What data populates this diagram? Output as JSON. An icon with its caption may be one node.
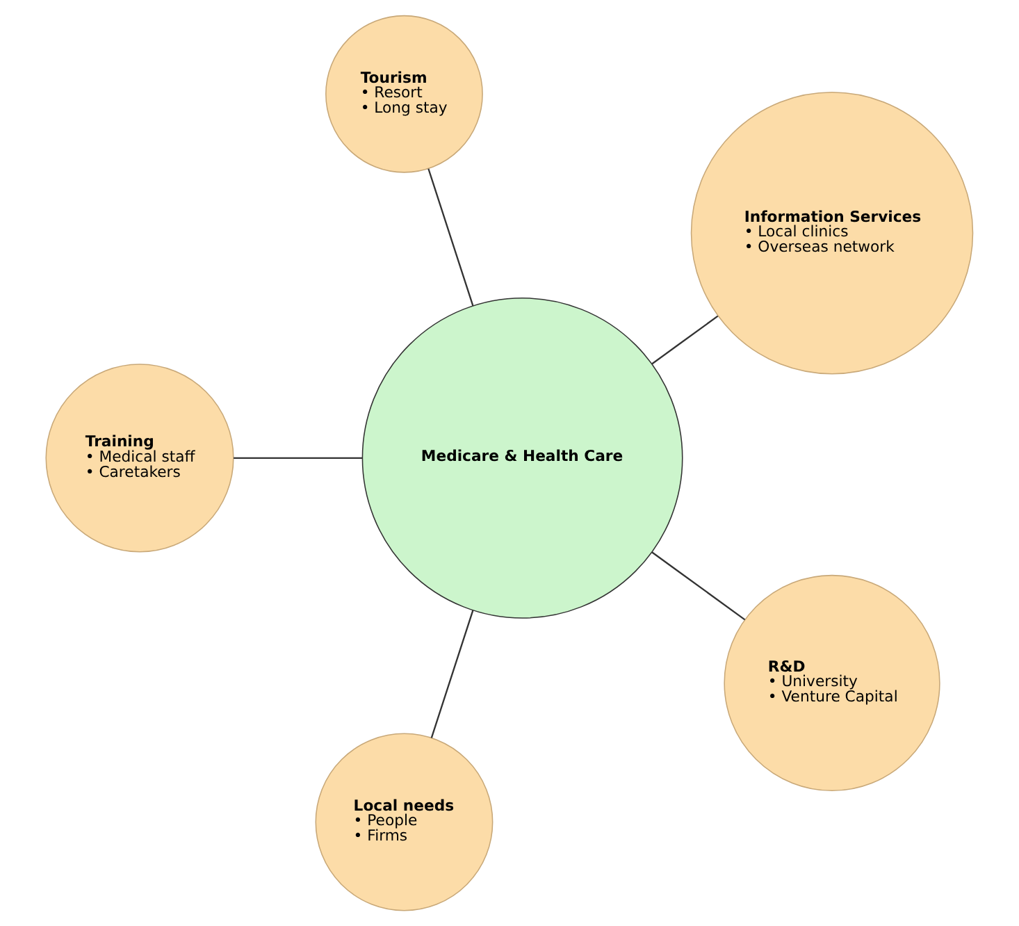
{
  "diagram": {
    "nodes": [
      {
        "text": [
          "Information Services",
          "• Local clinics",
          "• Overseas network"
        ]
      },
      {
        "text": [
          "Tourism",
          "• Resort",
          "• Long stay"
        ]
      },
      {
        "text": [
          "Medicare & Health Care"
        ]
      },
      {
        "text": [
          "Training",
          "• Medical staff",
          "• Caretakers"
        ]
      },
      {
        "text": [
          "Local needs",
          "• People",
          "• Firms"
        ]
      },
      {
        "text": [
          "R&D",
          "• University",
          "• Venture Capital"
        ]
      }
    ],
    "edges": [
      {
        "from": 2,
        "to": 0,
        "arrow": "none"
      },
      {
        "from": 2,
        "to": 1,
        "arrow": "none"
      },
      {
        "from": 2,
        "to": 3,
        "arrow": "none"
      },
      {
        "from": 2,
        "to": 4,
        "arrow": "none"
      },
      {
        "from": 2,
        "to": 5,
        "arrow": "none"
      }
    ]
  }
}
